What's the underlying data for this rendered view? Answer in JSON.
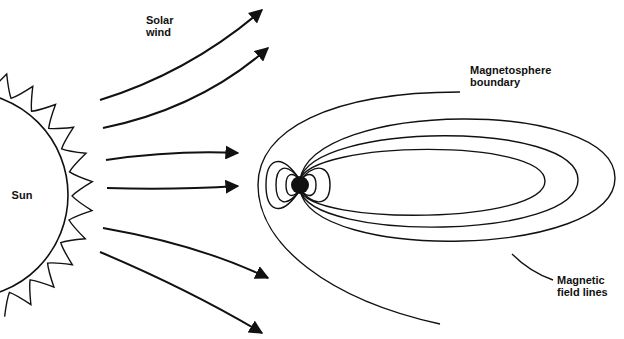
{
  "diagram": {
    "nodes": [
      {
        "text": [
          "Sun"
        ]
      }
    ],
    "labels": [
      "Solar wind",
      "Magnetosphere boundary",
      "Magnetic field lines"
    ]
  }
}
